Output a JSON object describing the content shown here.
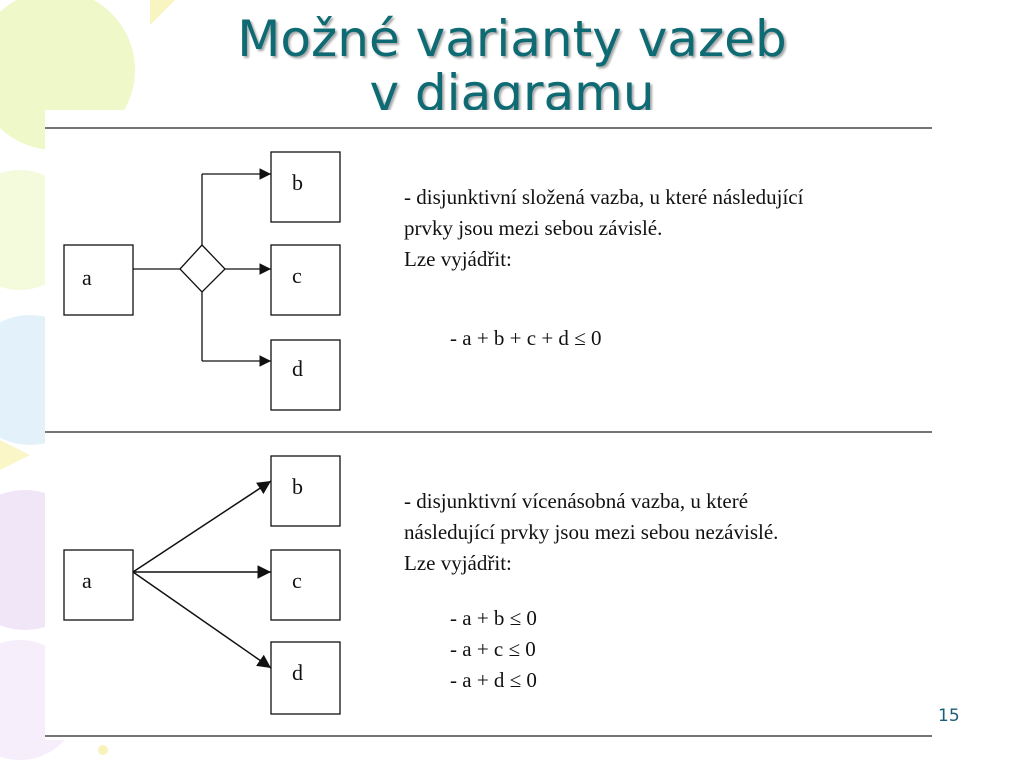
{
  "slide": {
    "title_line1": "Možné varianty vazeb",
    "title_line2": "v diagramu",
    "page_number": "15"
  },
  "section_top": {
    "nodes": {
      "a": "a",
      "b": "b",
      "c": "c",
      "d": "d"
    },
    "description": [
      "- disjunktivní složená vazba, u které následující",
      "prvky jsou mezi sebou závislé.",
      "Lze vyjádřit:"
    ],
    "formulas": [
      "- a + b + c + d ≤ 0"
    ]
  },
  "section_bottom": {
    "nodes": {
      "a": "a",
      "b": "b",
      "c": "c",
      "d": "d"
    },
    "description": [
      "- disjunktivní vícenásobná vazba, u které",
      "následující prvky jsou mezi sebou nezávislé.",
      "Lze vyjádřit:"
    ],
    "formulas": [
      "- a + b ≤ 0",
      "- a + c ≤ 0",
      "- a + d ≤ 0"
    ]
  },
  "colors": {
    "title": "#0f6b73",
    "page_number": "#1a5f7a"
  }
}
